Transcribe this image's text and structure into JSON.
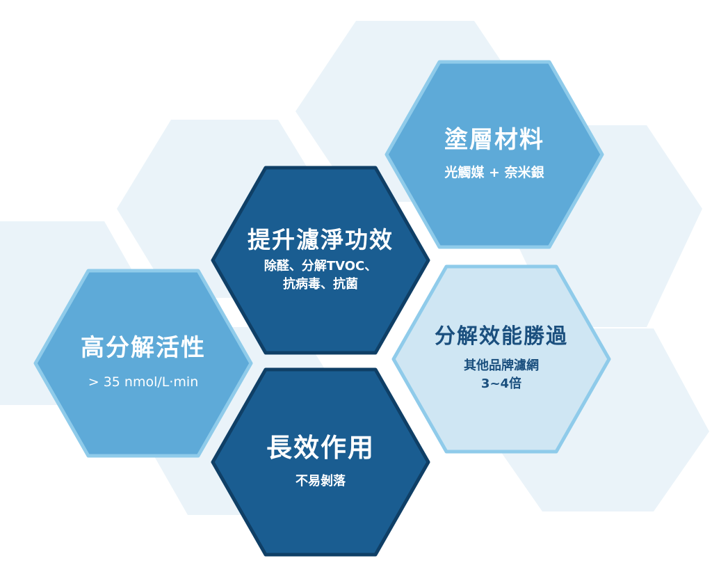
{
  "colors": {
    "background_hex": "#eaf3f9",
    "light_blue": "#5eaad8",
    "light_blue_border": "#8fcbea",
    "navy": "#1a5d91",
    "navy_border": "#0f3f66",
    "pale_blue": "#cfe6f3",
    "pale_blue_border": "#8fcbea",
    "dark_text": "#1a4f7e"
  },
  "hexagons": {
    "coating": {
      "title": "塗層材料",
      "subtitle": "光觸媒 + 奈米銀"
    },
    "purify": {
      "title": "提升濾淨功效",
      "lines": [
        "除醛、分解TVOC、",
        "抗病毒、抗菌"
      ]
    },
    "activity": {
      "title": "高分解活性",
      "subtitle": "> 35 nmol/L·min"
    },
    "efficiency": {
      "title": "分解效能勝過",
      "lines": [
        "其他品牌濾網",
        "3~4倍"
      ]
    },
    "longterm": {
      "title": "長效作用",
      "subtitle": "不易剝落"
    }
  }
}
